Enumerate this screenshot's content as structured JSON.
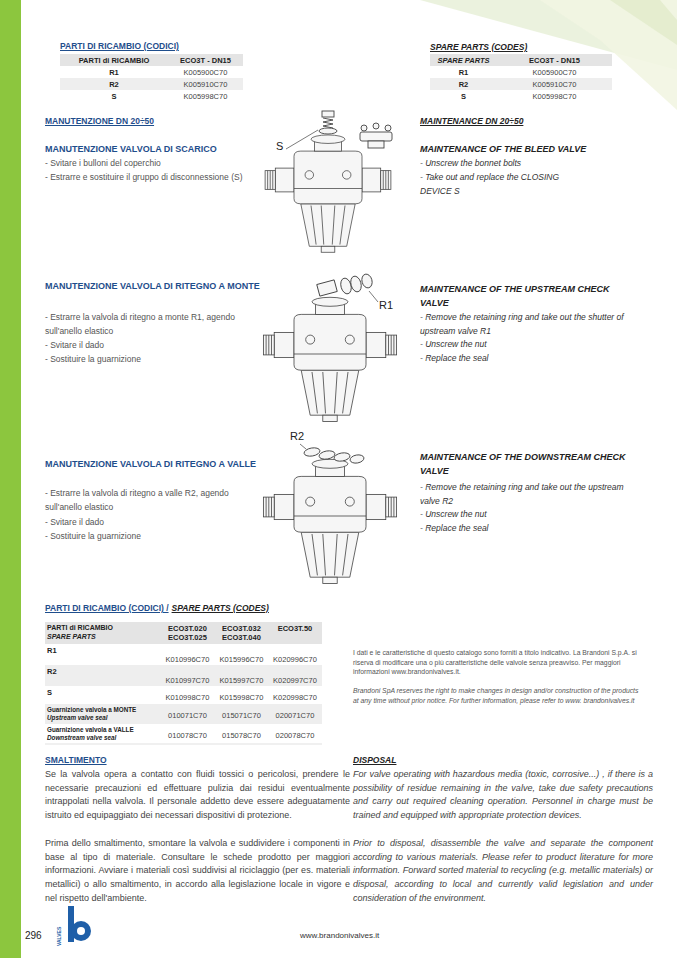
{
  "diagram": {
    "labels": [
      "PARTI DI RICAMBIO (CODICI)",
      "PARTI di RICAMBIO",
      "ECO3T - DN15",
      "R1",
      "K005900C70",
      "R2",
      "K005910C70",
      "S",
      "K005998C70",
      "SPARE PARTS (CODES)",
      "SPARE PARTS",
      "ECO3T - DN15",
      "R1",
      "K005900C70",
      "R2",
      "K005910C70",
      "S",
      "K005998C70",
      "MANUTENZIONE DN 20÷50",
      "MAINTENANCE DN 20÷50",
      "MANUTENZIONE VALVOLA DI SCARICO",
      "- Svitare i bulloni del coperchio",
      "- Estrarre e sostituire il gruppo di disconnessione (S)",
      "S",
      "MAINTENANCE OF THE BLEED VALVE",
      "- Unscrew the bonnet bolts",
      "- Take out and replace the CLOSING DEVICE S",
      "MANUTENZIONE VALVOLA DI RITEGNO A MONTE",
      "- Estrarre la valvola di ritegno a monte R1, agendo sull'anello elastico",
      "- Svitare il dado",
      "- Sostituire la guarnizione",
      "R1",
      "MAINTENANCE OF THE UPSTREAM CHECK VALVE",
      "- Remove the retaining ring and take out the shutter of upstream valve R1",
      "- Unscrew the nut",
      "- Replace the seal",
      "R2",
      "MANUTENZIONE VALVOLA DI RITEGNO A VALLE",
      "- Estrarre la valvola di ritegno a valle R2, agendo sull'anello elastico",
      "- Svitare il dado",
      "- Sostituire la guarnizione",
      "MAINTENANCE OF THE DOWNSTREAM CHECK VALVE",
      "- Remove the retaining ring and take out the upstream valve R2",
      "- Unscrew the nut",
      "- Replace the seal",
      "PARTI DI RICAMBIO (CODICI) /",
      "SPARE PARTS (CODES)",
      "PARTI di RICAMBIO",
      "SPARE PARTS",
      "ECO3T.020",
      "ECO3T.025",
      "ECO3T.032",
      "ECO3T.040",
      "ECO3T.50",
      "R1",
      "K010996C70",
      "K015996C70",
      "K020996C70",
      "R2",
      "K010997C70",
      "K015997C70",
      "K020997C70",
      "S",
      "K010998C70",
      "K015998C70",
      "K020998C70",
      "Guarnizione valvola a MONTE",
      "Upstream valve seal",
      "010071C70",
      "015071C70",
      "020071C70",
      "Guarnizione valvola a VALLE",
      "Downstream valve seal",
      "010078C70",
      "015078C70",
      "020078C70",
      "I dati e le caratteristiche di questo catalogo sono forniti a titolo indicativo. La Brandoni S.p.A. si riserva di modificare una o più caratteristiche delle valvole senza preavviso. Per maggiori informazioni www.brandonivalves.it.",
      "Brandoni SpA reserves the right to make changes in design and/or construction of the products at any time without prior notice. For further information, please refer to www. brandonivalves.it",
      "SMALTIMENTO",
      "Se la valvola opera a contatto con fluidi tossici o pericolosi, prendere le necessarie precauzioni ed effettuare pulizia dai residui eventualmente intrappolati nella valvola. Il personale addetto deve essere adeguatamente istruito ed equipaggiato dei necessari dispositivi di protezione.",
      "Prima dello smaltimento, smontare la valvola e suddividere i componenti in base al tipo di materiale. Consultare le schede prodotto per maggiori informazioni. Avviare i materiali così suddivisi al riciclaggio (per es. materiali metallici) o allo smaltimento, in accordo alla legislazione locale in vigore e nel rispetto dell'ambiente.",
      "DISPOSAL",
      "For valve operating with hazardous media (toxic, corrosive...) , if there is a possibility of residue remaining in the valve, take due safety precautions and carry out required cleaning operation. Personnel in charge must be trained and equipped with appropriate protection devices.",
      "Prior to disposal, disassemble the valve and separate the component according to various materials. Please refer to product literature for more information. Forward sorted material to recycling (e.g. metallic materials) or disposal, according to local and currently valid legislation and under consideration of the environment.",
      "296",
      "VALVES",
      "www.brandonivalves.it"
    ]
  }
}
